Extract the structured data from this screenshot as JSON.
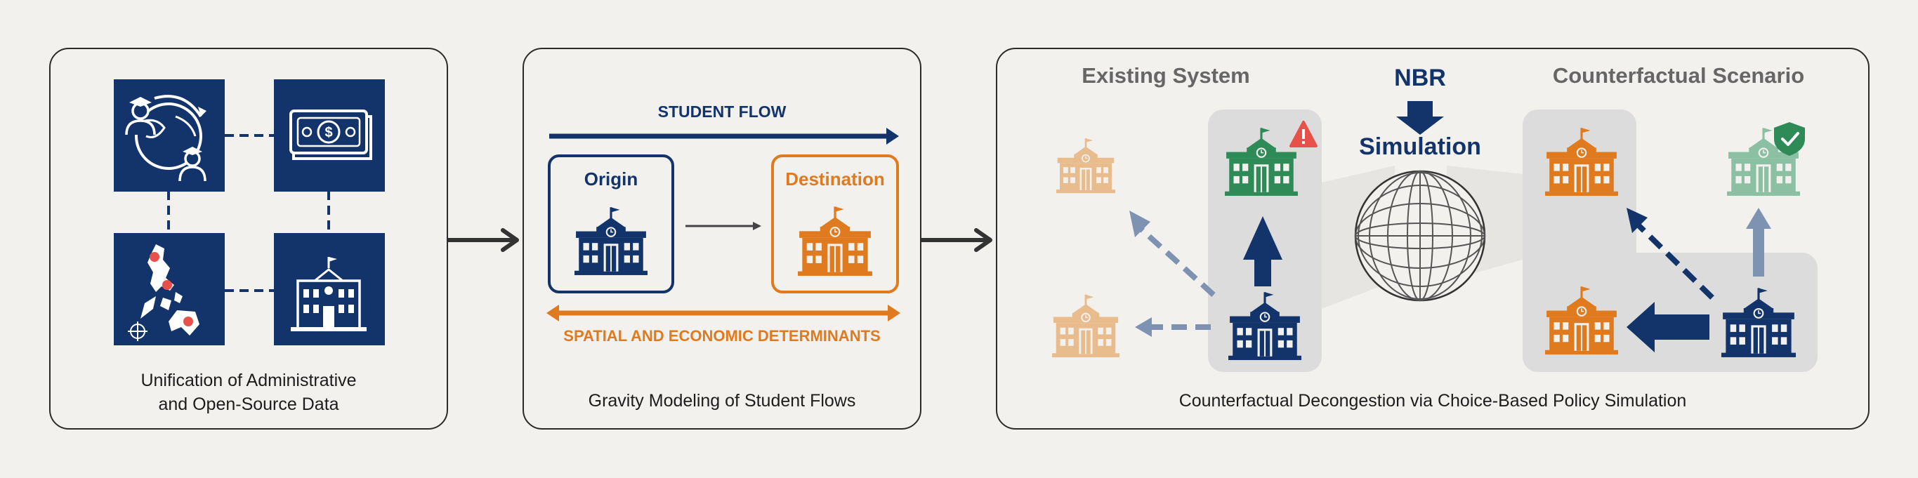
{
  "panel1": {
    "caption": "Unification of Administrative\nand Open-Source Data"
  },
  "panel2": {
    "student_flow": "STUDENT FLOW",
    "origin": "Origin",
    "destination": "Destination",
    "determinants": "SPATIAL AND ECONOMIC DETERMINANTS",
    "caption": "Gravity Modeling of Student Flows"
  },
  "panel3": {
    "existing_title": "Existing System",
    "nbr": "NBR",
    "simulation": "Simulation",
    "counterfactual_title": "Counterfactual Scenario",
    "caption": "Counterfactual Decongestion via Choice-Based Policy Simulation"
  },
  "colors": {
    "navy": "#12346b",
    "orange": "#e07a1f",
    "light_orange": "#e9bc8e",
    "green": "#2e8b57",
    "light_green": "#8cc0a2",
    "gray_title": "#666666",
    "highlight_gray": "#dcdcdc",
    "alert_red": "#e8504a"
  }
}
